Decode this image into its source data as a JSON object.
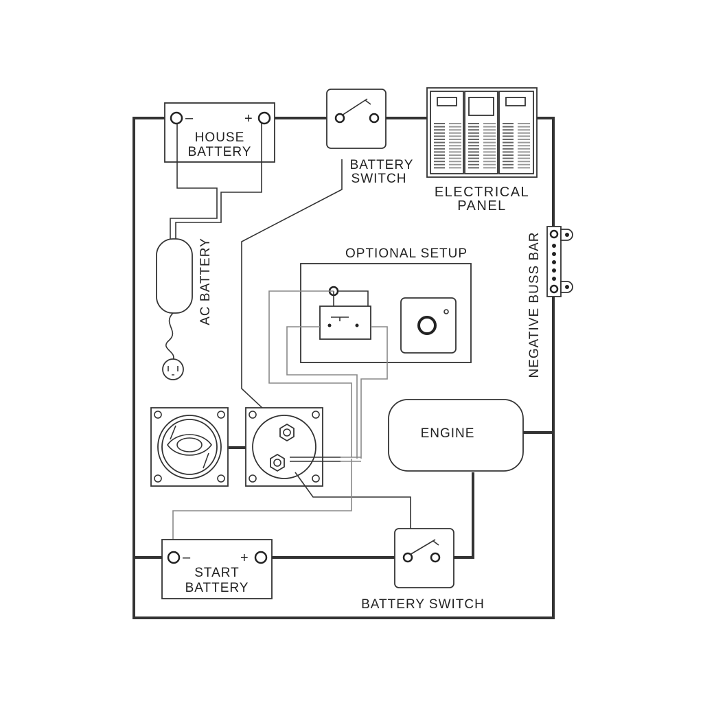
{
  "labels": {
    "house_battery_1": "HOUSE",
    "house_battery_2": "BATTERY",
    "battery_switch_top_1": "BATTERY",
    "battery_switch_top_2": "SWITCH",
    "electrical_panel_1": "ELECTRICAL",
    "electrical_panel_2": "PANEL",
    "ac_battery": "AC BATTERY",
    "negative_buss_bar": "NEGATIVE BUSS BAR",
    "optional_setup": "OPTIONAL SETUP",
    "engine": "ENGINE",
    "start_battery_1": "START",
    "start_battery_2": "BATTERY",
    "battery_switch_bottom": "BATTERY SWITCH"
  },
  "terminals": {
    "negative": "–",
    "positive": "+"
  }
}
